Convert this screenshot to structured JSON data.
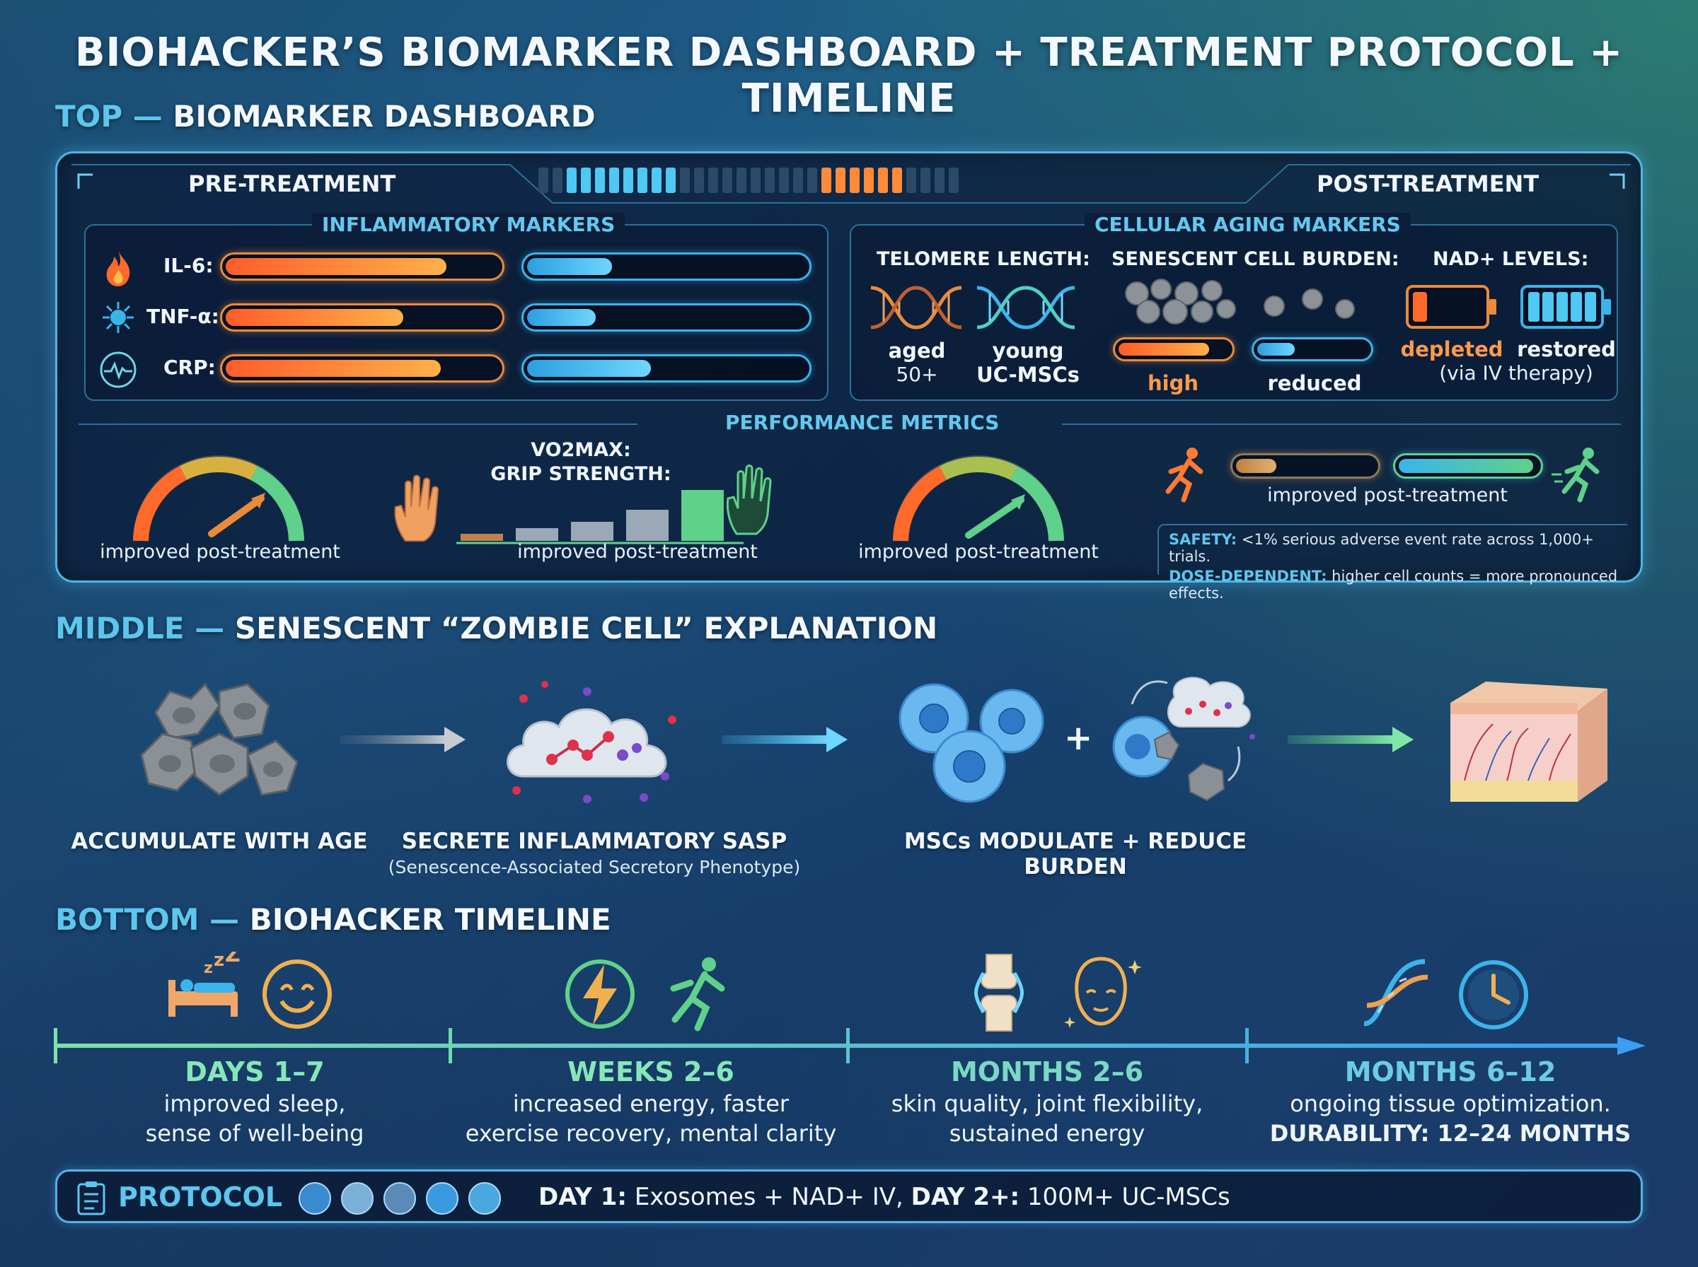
{
  "title": "BIOHACKER’S BIOMARKER DASHBOARD + TREATMENT PROTOCOL + TIMELINE",
  "sections": {
    "top": {
      "key": "TOP —",
      "label": "BIOMARKER DASHBOARD"
    },
    "middle": {
      "key": "MIDDLE —",
      "label": "SENESCENT “ZOMBIE CELL” EXPLANATION"
    },
    "bottom": {
      "key": "BOTTOM —",
      "label": "BIOHACKER TIMELINE"
    }
  },
  "dashboard": {
    "pre_label": "PRE-TREATMENT",
    "post_label": "POST-TREATMENT",
    "inflammatory": {
      "title": "INFLAMMATORY MARKERS",
      "markers": [
        {
          "label": "IL-6:",
          "icon": "flame-icon",
          "pre": 0.82,
          "post": 0.31
        },
        {
          "label": "TNF-α:",
          "icon": "virus-icon",
          "pre": 0.66,
          "post": 0.25
        },
        {
          "label": "CRP:",
          "icon": "pulse-icon",
          "pre": 0.8,
          "post": 0.45
        }
      ]
    },
    "cellular": {
      "title": "CELLULAR AGING MARKERS",
      "telomere": {
        "heading": "TELOMERE LENGTH:",
        "aged_top": "aged",
        "aged_bottom": "50+",
        "young_top": "young",
        "young_bottom": "UC-MSCs"
      },
      "senescent": {
        "heading": "SENESCENT CELL BURDEN:",
        "high": "high",
        "reduced": "reduced",
        "high_level": 0.85,
        "reduced_level": 0.35
      },
      "nad": {
        "heading": "NAD+ LEVELS:",
        "depleted": "depleted",
        "restored": "restored",
        "note": "(via IV therapy)",
        "depleted_level": 0.2,
        "restored_level": 1.0
      }
    },
    "performance": {
      "title": "PERFORMANCE METRICS",
      "gauge1_caption": "improved post-treatment",
      "grip_heading_1": "VO2MAX:",
      "grip_heading_2": "GRIP STRENGTH:",
      "grip_caption": "improved post-treatment",
      "grip_bars": [
        0.12,
        0.22,
        0.34,
        0.55,
        0.9
      ],
      "gauge2_caption": "improved post-treatment",
      "run_caption": "improved post-treatment",
      "run_pre": 0.3,
      "run_post": 1.0
    },
    "safety": {
      "k1": "SAFETY:",
      "v1": "<1% serious adverse event rate across 1,000+ trials.",
      "k2": "DOSE-DEPENDENT:",
      "v2": "higher cell counts = more pronounced effects."
    }
  },
  "middle": {
    "steps": [
      {
        "caption": "ACCUMULATE WITH AGE",
        "sub": ""
      },
      {
        "caption": "SECRETE INFLAMMATORY SASP",
        "sub": "(Senescence-Associated Secretory Phenotype)"
      },
      {
        "caption": "MSCs MODULATE + REDUCE BURDEN",
        "sub": ""
      }
    ],
    "plus": "+"
  },
  "timeline": [
    {
      "heading": "DAYS 1–7",
      "line1": "improved sleep,",
      "line2": "sense of well-being",
      "icons": [
        "sleep-icon",
        "smile-icon"
      ]
    },
    {
      "heading": "WEEKS 2–6",
      "line1": "increased energy, faster",
      "line2": "exercise recovery, mental clarity",
      "icons": [
        "energy-icon",
        "runner-icon"
      ]
    },
    {
      "heading": "MONTHS 2–6",
      "line1": "skin quality, joint flexibility,",
      "line2": "sustained energy",
      "icons": [
        "joint-icon",
        "face-icon"
      ]
    },
    {
      "heading": "MONTHS 6–12",
      "line1": "ongoing tissue optimization.",
      "line2": "DURABILITY: 12–24 MONTHS",
      "icons": [
        "dna-icon",
        "clock-icon"
      ]
    }
  ],
  "protocol": {
    "label": "PROTOCOL",
    "d1_key": "DAY 1:",
    "d1_val": "Exosomes + NAD+ IV,",
    "d2_key": "DAY 2+:",
    "d2_val": "100M+ UC-MSCs"
  },
  "colors": {
    "accent": "#4fb6e6",
    "pre": "#ff7a32",
    "post": "#3bb4ea",
    "green": "#5fd18a"
  }
}
